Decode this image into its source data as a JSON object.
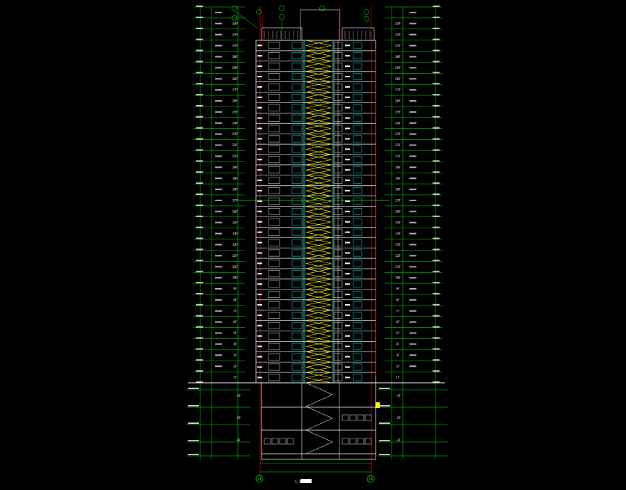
{
  "drawing": {
    "title": "1-1",
    "axis_left": "11",
    "axis_right": "14",
    "floor_labels": [
      "33F",
      "32F",
      "31F",
      "30F",
      "29F",
      "28F",
      "27F",
      "26F",
      "25F",
      "24F",
      "23F",
      "22F",
      "21F",
      "20F",
      "19F",
      "18F",
      "17F",
      "16F",
      "15F",
      "14F",
      "13F",
      "12F",
      "11F",
      "10F",
      "9F",
      "8F",
      "7F",
      "6F",
      "5F",
      "4F",
      "3F",
      "2F",
      "1F"
    ],
    "basement_labels": [
      "-1F",
      "-2F",
      "-3F"
    ],
    "colors": {
      "background": "#000000",
      "dimension": "#00ff00",
      "wall": "#ffffff",
      "window": "#00ffff",
      "stair": "#ffff00",
      "axis": "#ff0000",
      "text": "#ffffff"
    }
  }
}
